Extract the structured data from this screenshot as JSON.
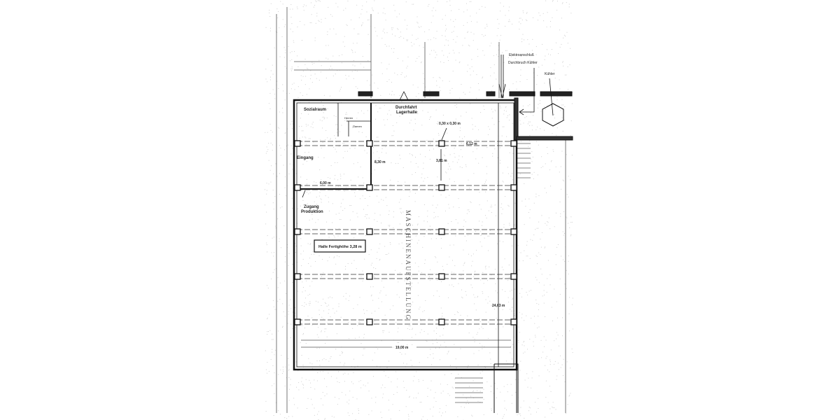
{
  "plan": {
    "labels": {
      "social_room": "Sozialraum",
      "restroom_1": "Herren",
      "restroom_2": "Damen",
      "entrance": "Eingang",
      "access_production_1": "Zugang",
      "access_production_2": "Produktion",
      "passage_1": "Durchfahrt",
      "passage_2": "Lagerhalle",
      "electrical": "Elektroanschluß",
      "cooler_opening": "Durchbruch Kühler",
      "cooler": "Kühler",
      "hall_height": "Halle Fertighöhe 3,28 m"
    },
    "dimensions": {
      "column_size": "0,30 x 0,30 m",
      "bay_width": "6,12 m",
      "bay_depth": "3,81 m",
      "room_depth": "8,30 m",
      "room_width": "6,00 m",
      "hall_length": "24,63 m",
      "hall_width": "19,00 m"
    },
    "colors": {
      "ink": "#1a1a1a",
      "paper": "#ffffff",
      "noise": "#cfcfcf"
    }
  }
}
